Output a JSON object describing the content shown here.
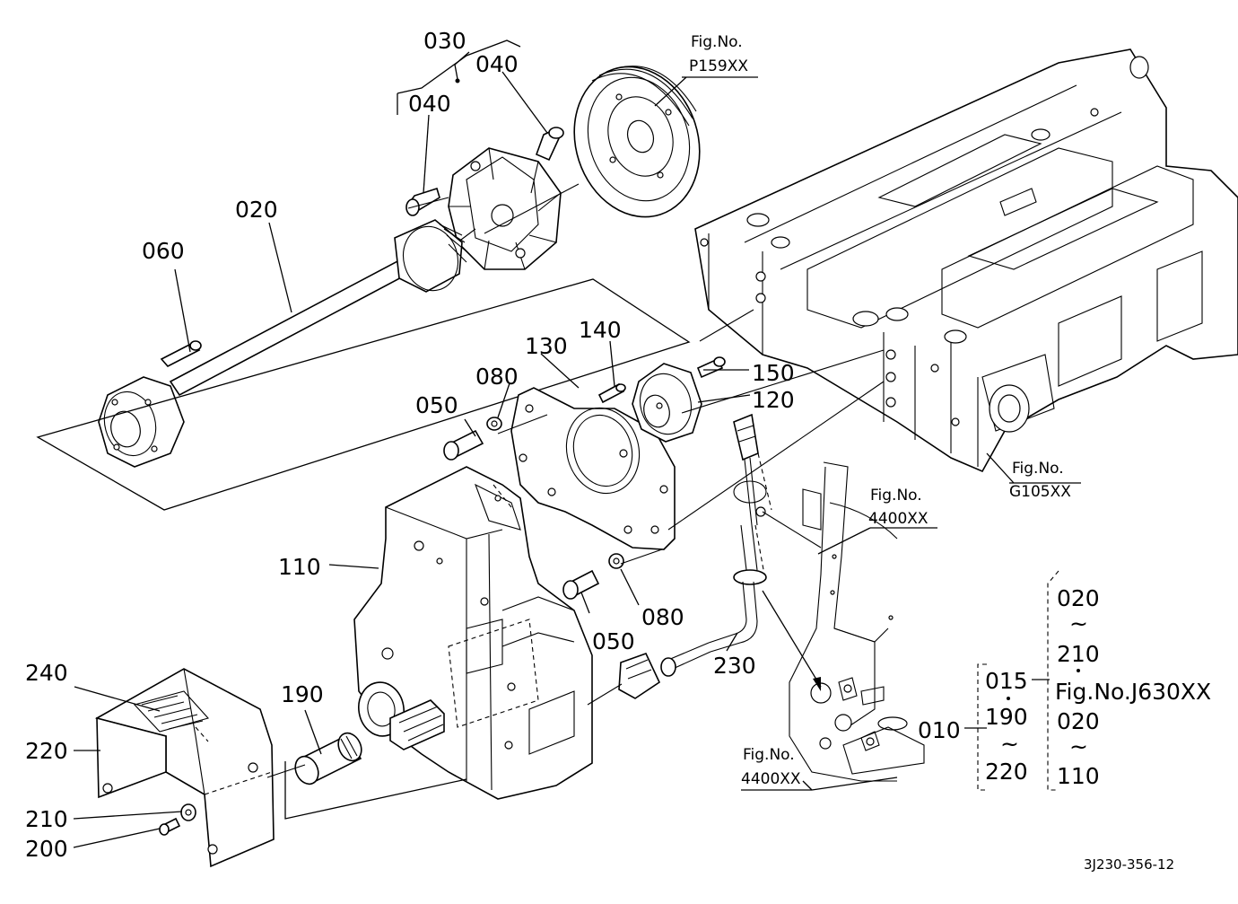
{
  "callouts": {
    "c010": "010",
    "c015": "015",
    "c020": "020",
    "c030": "030",
    "c040a": "040",
    "c040b": "040",
    "c050a": "050",
    "c050b": "050",
    "c060": "060",
    "c080a": "080",
    "c080b": "080",
    "c110": "110",
    "c120": "120",
    "c130": "130",
    "c140": "140",
    "c150": "150",
    "c190": "190",
    "c200": "200",
    "c210": "210",
    "c220": "220",
    "c230": "230",
    "c240": "240"
  },
  "references": {
    "p159_label": "Fig.No.",
    "p159_code": "P159XX",
    "g105_label": "Fig.No.",
    "g105_code": "G105XX",
    "f4400a_label": "Fig.No.",
    "f4400a_code": "4400XX",
    "f4400b_label": "Fig.No.",
    "f4400b_code": "4400XX"
  },
  "legend": {
    "row1": "015",
    "row2": "190",
    "row3": "220",
    "right1": "020",
    "right2": "210",
    "right3": "Fig.No.J630XX",
    "right4": "020",
    "right5": "110",
    "tilde": "~"
  },
  "diagram_code": "3J230-356-12"
}
